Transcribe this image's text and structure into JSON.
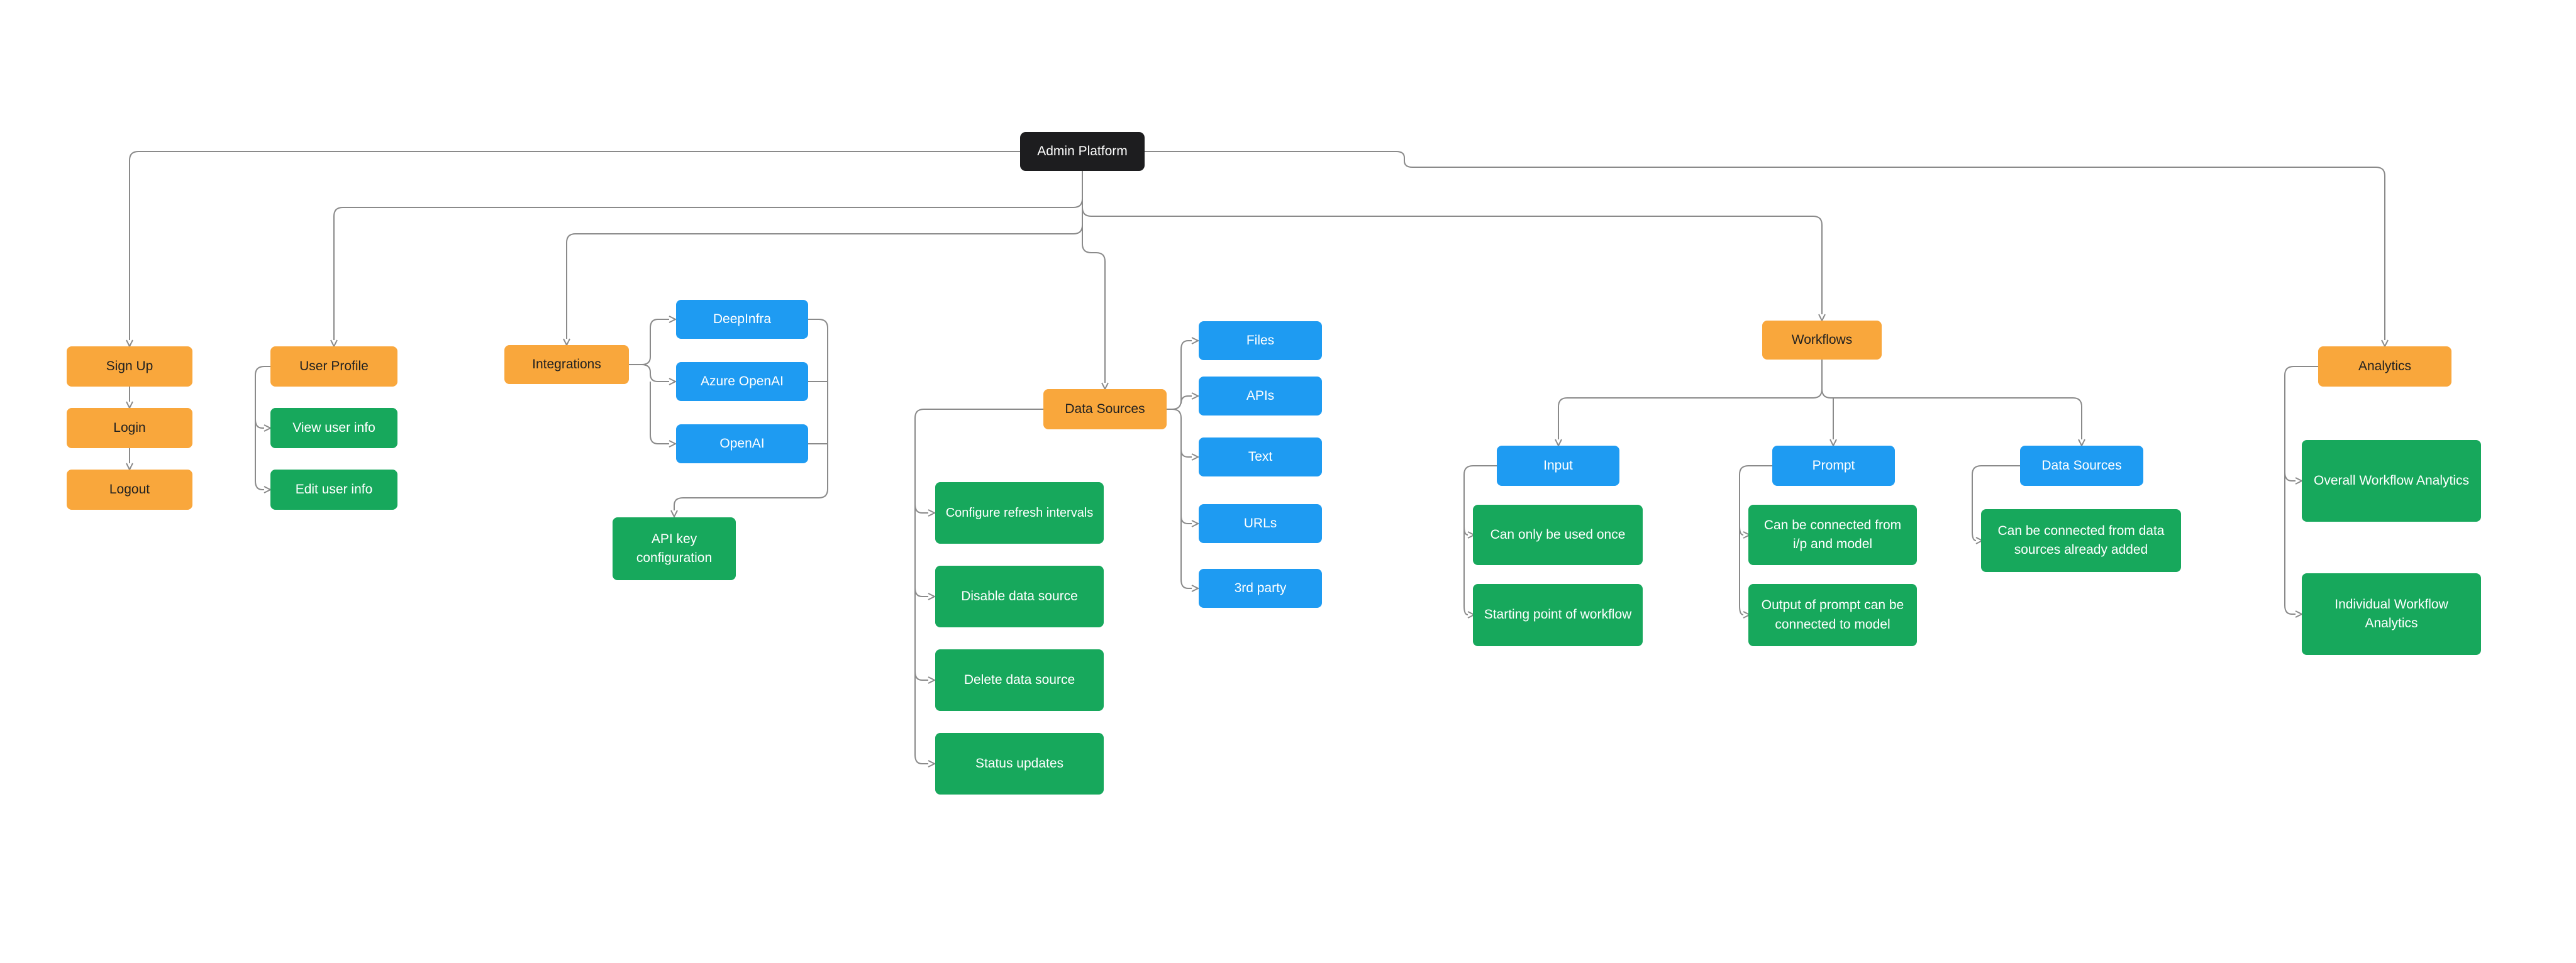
{
  "title": "Admin Platform mind map",
  "colors": {
    "canvas_bg": "#ffffff",
    "root_bg": "#1d1d1f",
    "category_bg": "#f9a73c",
    "item_bg": "#1e9bf2",
    "leaf_bg": "#17a85c",
    "light_text": "#ffffff",
    "dark_text": "#212121",
    "edge": "#8a8a8a"
  },
  "nodes": {
    "admin": {
      "label": "Admin Platform"
    },
    "signup": {
      "label": "Sign Up"
    },
    "login": {
      "label": "Login"
    },
    "logout": {
      "label": "Logout"
    },
    "user_profile": {
      "label": "User Profile"
    },
    "view_user_info": {
      "label": "View user info"
    },
    "edit_user_info": {
      "label": "Edit user info"
    },
    "integrations": {
      "label": "Integrations"
    },
    "deepinfra": {
      "label": "DeepInfra"
    },
    "azure_openai": {
      "label": "Azure OpenAI"
    },
    "openai": {
      "label": "OpenAI"
    },
    "api_key_config": {
      "label": "API key configuration"
    },
    "data_sources": {
      "label": "Data Sources"
    },
    "configure_refresh": {
      "label": "Configure refresh intervals"
    },
    "disable_ds": {
      "label": "Disable data source"
    },
    "delete_ds": {
      "label": "Delete data source"
    },
    "status_updates": {
      "label": "Status updates"
    },
    "files": {
      "label": "Files"
    },
    "apis": {
      "label": "APIs"
    },
    "text_node": {
      "label": "Text"
    },
    "urls": {
      "label": "URLs"
    },
    "third_party": {
      "label": "3rd party"
    },
    "workflows": {
      "label": "Workflows"
    },
    "input": {
      "label": "Input"
    },
    "can_only_once": {
      "label": "Can only be used once"
    },
    "starting_point": {
      "label": "Starting point of workflow"
    },
    "prompt": {
      "label": "Prompt"
    },
    "connected_ip_model": {
      "label": "Can be connected from i/p and model"
    },
    "output_prompt": {
      "label": "Output of prompt can be connected to model"
    },
    "wf_data_sources": {
      "label": "Data Sources"
    },
    "connected_data_sources": {
      "label": "Can be connected from data sources already added"
    },
    "analytics": {
      "label": "Analytics"
    },
    "overall_analytics": {
      "label": "Overall Workflow Analytics"
    },
    "individual_analytics": {
      "label": "Individual Workflow Analytics"
    }
  },
  "edges": [
    [
      "admin",
      "signup"
    ],
    [
      "signup",
      "login"
    ],
    [
      "login",
      "logout"
    ],
    [
      "admin",
      "user_profile"
    ],
    [
      "user_profile",
      "view_user_info"
    ],
    [
      "user_profile",
      "edit_user_info"
    ],
    [
      "admin",
      "integrations"
    ],
    [
      "integrations",
      "deepinfra"
    ],
    [
      "integrations",
      "azure_openai"
    ],
    [
      "integrations",
      "openai"
    ],
    [
      "deepinfra",
      "api_key_config"
    ],
    [
      "azure_openai",
      "api_key_config"
    ],
    [
      "openai",
      "api_key_config"
    ],
    [
      "admin",
      "data_sources"
    ],
    [
      "data_sources",
      "configure_refresh"
    ],
    [
      "data_sources",
      "disable_ds"
    ],
    [
      "data_sources",
      "delete_ds"
    ],
    [
      "data_sources",
      "status_updates"
    ],
    [
      "data_sources",
      "files"
    ],
    [
      "data_sources",
      "apis"
    ],
    [
      "data_sources",
      "text_node"
    ],
    [
      "data_sources",
      "urls"
    ],
    [
      "data_sources",
      "third_party"
    ],
    [
      "admin",
      "workflows"
    ],
    [
      "workflows",
      "input"
    ],
    [
      "workflows",
      "prompt"
    ],
    [
      "workflows",
      "wf_data_sources"
    ],
    [
      "input",
      "can_only_once"
    ],
    [
      "input",
      "starting_point"
    ],
    [
      "prompt",
      "connected_ip_model"
    ],
    [
      "prompt",
      "output_prompt"
    ],
    [
      "wf_data_sources",
      "connected_data_sources"
    ],
    [
      "admin",
      "analytics"
    ],
    [
      "analytics",
      "overall_analytics"
    ],
    [
      "analytics",
      "individual_analytics"
    ]
  ]
}
